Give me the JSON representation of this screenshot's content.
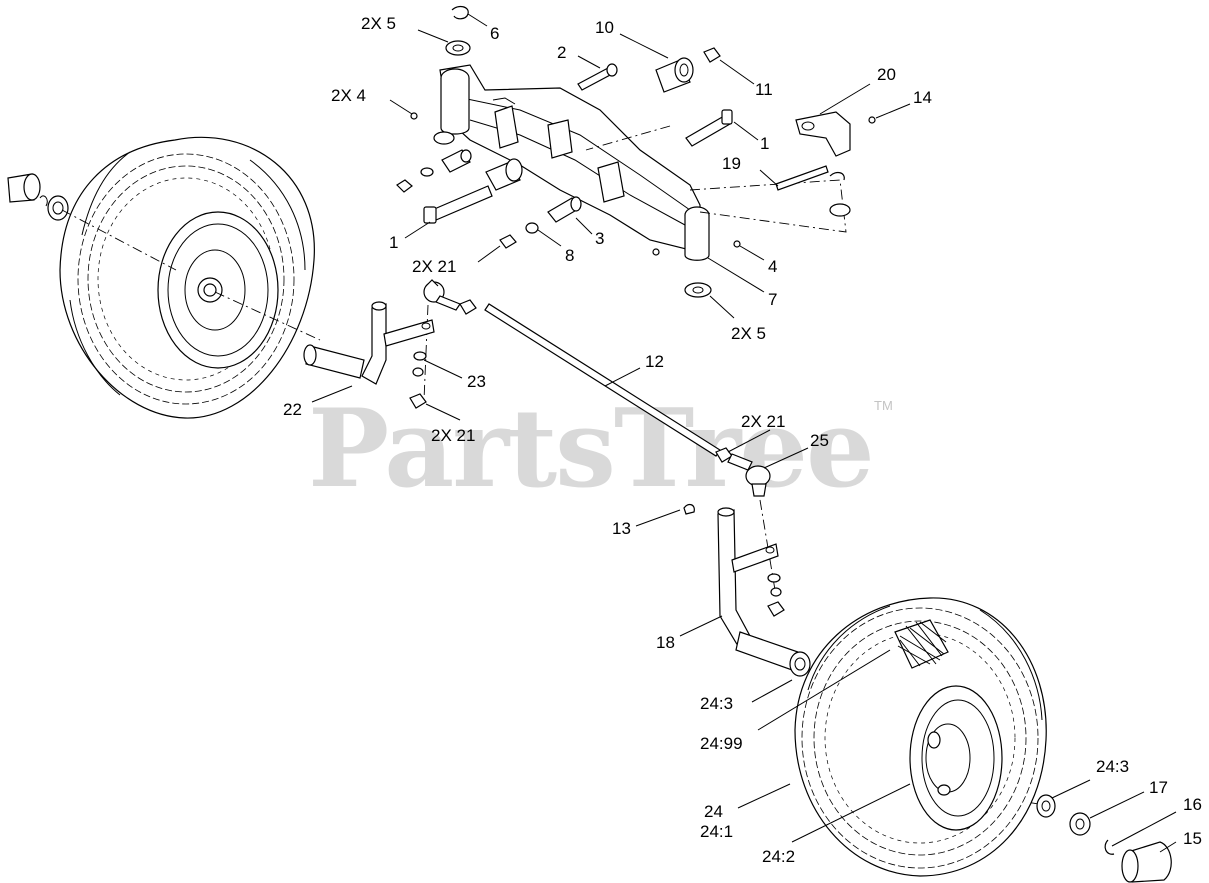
{
  "watermark": {
    "text": "PartsTree",
    "trademark": "TM"
  },
  "callouts": [
    {
      "id": "c-2x5-top",
      "label": "2X  5"
    },
    {
      "id": "c-6",
      "label": "6"
    },
    {
      "id": "c-10",
      "label": "10"
    },
    {
      "id": "c-2",
      "label": "2"
    },
    {
      "id": "c-11",
      "label": "11"
    },
    {
      "id": "c-20",
      "label": "20"
    },
    {
      "id": "c-14",
      "label": "14"
    },
    {
      "id": "c-2x4",
      "label": "2X  4"
    },
    {
      "id": "c-1-right",
      "label": "1"
    },
    {
      "id": "c-19",
      "label": "19"
    },
    {
      "id": "c-1-left",
      "label": "1"
    },
    {
      "id": "c-3",
      "label": "3"
    },
    {
      "id": "c-8",
      "label": "8"
    },
    {
      "id": "c-2x21-top",
      "label": "2X  21"
    },
    {
      "id": "c-4",
      "label": "4"
    },
    {
      "id": "c-7",
      "label": "7"
    },
    {
      "id": "c-2x5-bottom",
      "label": "2X  5"
    },
    {
      "id": "c-12",
      "label": "12"
    },
    {
      "id": "c-23",
      "label": "23"
    },
    {
      "id": "c-22",
      "label": "22"
    },
    {
      "id": "c-2x21-left",
      "label": "2X  21"
    },
    {
      "id": "c-2x21-right",
      "label": "2X  21"
    },
    {
      "id": "c-25",
      "label": "25"
    },
    {
      "id": "c-13",
      "label": "13"
    },
    {
      "id": "c-18",
      "label": "18"
    },
    {
      "id": "c-24-3-left",
      "label": "24:3"
    },
    {
      "id": "c-24-99",
      "label": "24:99"
    },
    {
      "id": "c-24-3-right",
      "label": "24:3"
    },
    {
      "id": "c-17",
      "label": "17"
    },
    {
      "id": "c-16",
      "label": "16"
    },
    {
      "id": "c-24",
      "label": "24"
    },
    {
      "id": "c-24-1",
      "label": "24:1"
    },
    {
      "id": "c-24-2",
      "label": "24:2"
    },
    {
      "id": "c-15",
      "label": "15"
    }
  ]
}
